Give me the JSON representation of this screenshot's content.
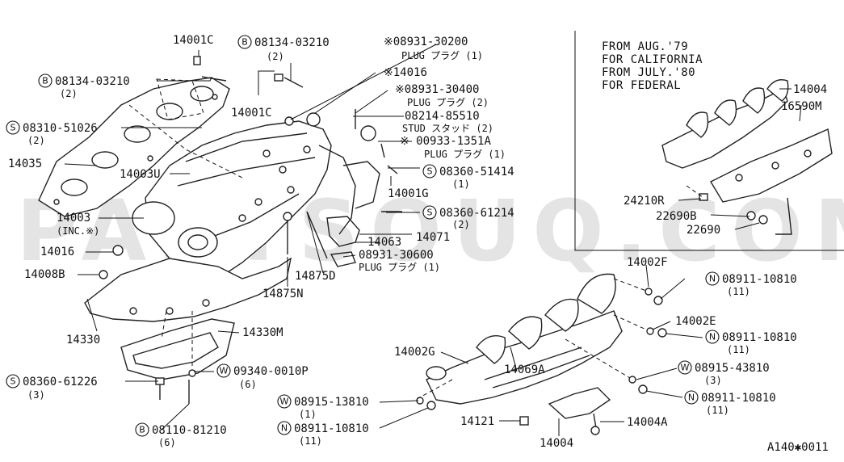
{
  "watermark": "PARTSOUQ.COM",
  "figure_code": "A140✱0011",
  "note_lines": [
    "FROM AUG.'79",
    "FOR CALIFORNIA",
    "FROM JULY.'80",
    "FOR FEDERAL"
  ],
  "symbols": {
    "B": "B",
    "S": "S",
    "W": "W",
    "N": "N"
  },
  "labels": {
    "p14001C_top": "14001C",
    "p08134_left": "08134-03210",
    "p08134_left_qty": "(2)",
    "p08134_top": "08134-03210",
    "p08134_top_qty": "(2)",
    "p08931_30200": "※08931-30200",
    "p08931_30200_sub": "PLUG プラグ (1)",
    "p14016_top": "※14016",
    "p08931_30400": "※08931-30400",
    "p08931_30400_sub": "PLUG プラグ (2)",
    "p08214": "08214-85510",
    "p08214_sub": "STUD スタッド (2)",
    "p00933": "※ 00933-1351A",
    "p00933_sub": "PLUG プラグ (1)",
    "p08360_51414": "08360-51414",
    "p08360_51414_qty": "(1)",
    "p14001G": "14001G",
    "p08360_61214": "08360-61214",
    "p08360_61214_qty": "(2)",
    "p14071": "14071",
    "p14063": "14063",
    "p08931_30600": "08931-30600",
    "p08931_30600_sub": "PLUG プラグ (1)",
    "p14875D": "14875D",
    "p14875N": "14875N",
    "p14001C_mid": "14001C",
    "p08310": "08310-51026",
    "p08310_qty": "(2)",
    "p14035": "14035",
    "p14003U": "14003U",
    "p14003": "14003",
    "p14003_inc": "(INC.※)",
    "p14016_left": "14016",
    "p14008B": "14008B",
    "p14330": "14330",
    "p14330M": "14330M",
    "p08360_61226": "08360-61226",
    "p08360_61226_qty": "(3)",
    "p09340": "09340-0010P",
    "p09340_qty": "(6)",
    "p08110": "08110-81210",
    "p08110_qty": "(6)",
    "p14004_top": "14004",
    "p16590M": "16590M",
    "p24210R": "24210R",
    "p22690B": "22690B",
    "p22690": "22690",
    "p14002F": "14002F",
    "p08911_a": "08911-10810",
    "p08911_a_qty": "(11)",
    "p14002E": "14002E",
    "p08911_b": "08911-10810",
    "p08911_b_qty": "(11)",
    "p14002G": "14002G",
    "p14069A": "14069A",
    "p08915_43810": "08915-43810",
    "p08915_43810_qty": "(3)",
    "p08911_c": "08911-10810",
    "p08911_c_qty": "(11)",
    "p08915_13810": "08915-13810",
    "p08915_13810_qty": "(1)",
    "p08911_d": "08911-10810",
    "p08911_d_qty": "(11)",
    "p14121": "14121",
    "p14004A": "14004A",
    "p14004_bottom": "14004"
  }
}
